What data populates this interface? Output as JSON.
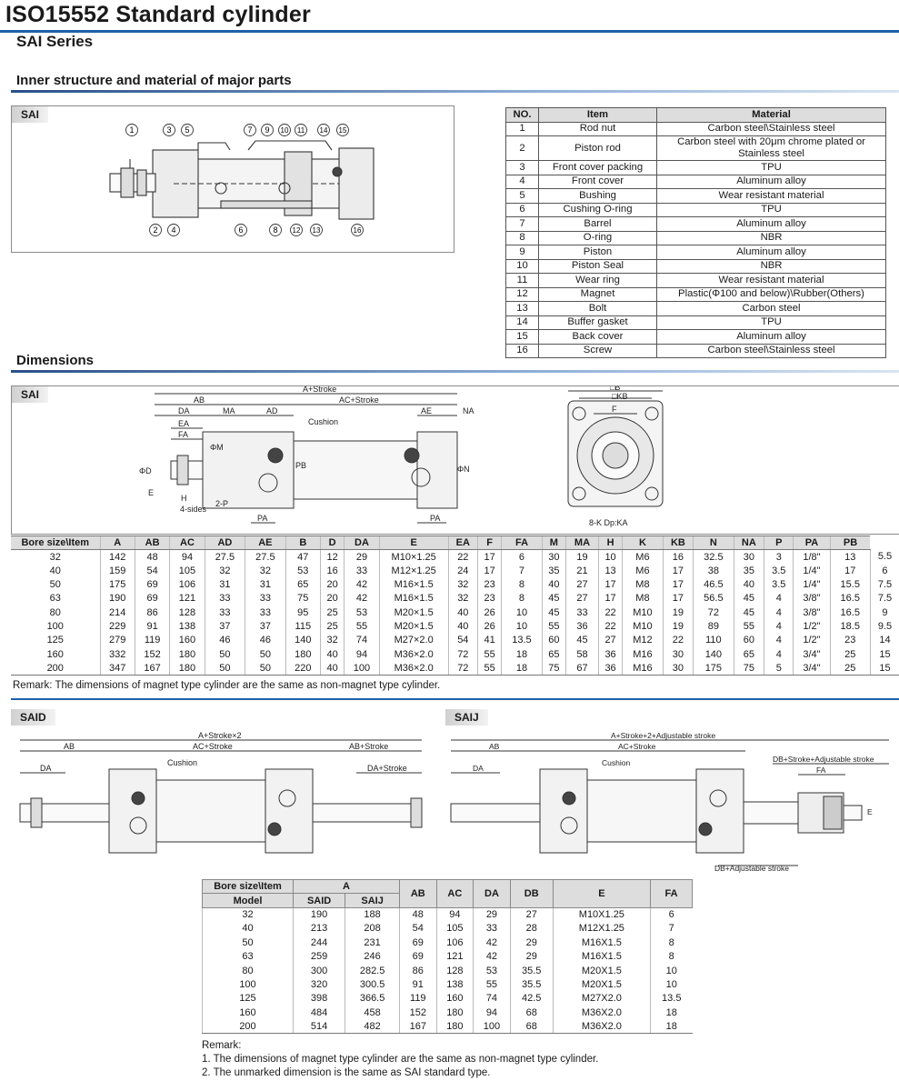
{
  "header": {
    "title": "ISO15552 Standard cylinder",
    "series": "SAI Series"
  },
  "sections": {
    "inner": "Inner structure and material of major parts",
    "dimensions": "Dimensions"
  },
  "tags": {
    "sai1": "SAI",
    "sai2": "SAI",
    "said": "SAID",
    "saij": "SAIJ"
  },
  "inner_callouts_top": [
    "1",
    "3",
    "5",
    "7",
    "9",
    "10",
    "11",
    "14",
    "15"
  ],
  "inner_callouts_bottom": [
    "2",
    "4",
    "6",
    "8",
    "12",
    "13",
    "16"
  ],
  "materials": {
    "headers": [
      "NO.",
      "Item",
      "Material"
    ],
    "rows": [
      [
        "1",
        "Rod nut",
        "Carbon steel\\Stainless steel"
      ],
      [
        "2",
        "Piston rod",
        "Carbon steel with 20μm chrome plated or Stainless steel"
      ],
      [
        "3",
        "Front cover packing",
        "TPU"
      ],
      [
        "4",
        "Front cover",
        "Aluminum alloy"
      ],
      [
        "5",
        "Bushing",
        "Wear resistant material"
      ],
      [
        "6",
        "Cushing O-ring",
        "TPU"
      ],
      [
        "7",
        "Barrel",
        "Aluminum alloy"
      ],
      [
        "8",
        "O-ring",
        "NBR"
      ],
      [
        "9",
        "Piston",
        "Aluminum alloy"
      ],
      [
        "10",
        "Piston Seal",
        "NBR"
      ],
      [
        "11",
        "Wear ring",
        "Wear resistant material"
      ],
      [
        "12",
        "Magnet",
        "Plastic(Φ100 and below)\\Rubber(Others)"
      ],
      [
        "13",
        "Bolt",
        "Carbon steel"
      ],
      [
        "14",
        "Buffer gasket",
        "TPU"
      ],
      [
        "15",
        "Back cover",
        "Aluminum alloy"
      ],
      [
        "16",
        "Screw",
        "Carbon steel\\Stainless steel"
      ]
    ]
  },
  "sai_drawing": {
    "labels": [
      "A+Stroke",
      "AC+Stroke",
      "AB",
      "DA",
      "MA",
      "AD",
      "Cushion",
      "AE",
      "NA",
      "EA",
      "FA",
      "ΦM",
      "ΦD",
      "E",
      "H",
      "4-sides",
      "2-P",
      "PA",
      "PB",
      "ΦN",
      "PA"
    ],
    "end_labels": [
      "□B",
      "□KB",
      "F",
      "8-K Dp:KA"
    ]
  },
  "dimensions": {
    "headers": [
      "Bore size\\Item",
      "A",
      "AB",
      "AC",
      "AD",
      "AE",
      "B",
      "D",
      "DA",
      "E",
      "EA",
      "F",
      "FA",
      "M",
      "MA",
      "H",
      "K",
      "KB",
      "N",
      "NA",
      "P",
      "PA",
      "PB"
    ],
    "rows": [
      [
        "32",
        "142",
        "48",
        "94",
        "27.5",
        "27.5",
        "47",
        "12",
        "29",
        "M10×1.25",
        "22",
        "17",
        "6",
        "30",
        "19",
        "10",
        "M6",
        "16",
        "32.5",
        "30",
        "3",
        "1/8\"",
        "13",
        "5.5"
      ],
      [
        "40",
        "159",
        "54",
        "105",
        "32",
        "32",
        "53",
        "16",
        "33",
        "M12×1.25",
        "24",
        "17",
        "7",
        "35",
        "21",
        "13",
        "M6",
        "17",
        "38",
        "35",
        "3.5",
        "1/4\"",
        "17",
        "6"
      ],
      [
        "50",
        "175",
        "69",
        "106",
        "31",
        "31",
        "65",
        "20",
        "42",
        "M16×1.5",
        "32",
        "23",
        "8",
        "40",
        "27",
        "17",
        "M8",
        "17",
        "46.5",
        "40",
        "3.5",
        "1/4\"",
        "15.5",
        "7.5"
      ],
      [
        "63",
        "190",
        "69",
        "121",
        "33",
        "33",
        "75",
        "20",
        "42",
        "M16×1.5",
        "32",
        "23",
        "8",
        "45",
        "27",
        "17",
        "M8",
        "17",
        "56.5",
        "45",
        "4",
        "3/8\"",
        "16.5",
        "7.5"
      ],
      [
        "80",
        "214",
        "86",
        "128",
        "33",
        "33",
        "95",
        "25",
        "53",
        "M20×1.5",
        "40",
        "26",
        "10",
        "45",
        "33",
        "22",
        "M10",
        "19",
        "72",
        "45",
        "4",
        "3/8\"",
        "16.5",
        "9"
      ],
      [
        "100",
        "229",
        "91",
        "138",
        "37",
        "37",
        "115",
        "25",
        "55",
        "M20×1.5",
        "40",
        "26",
        "10",
        "55",
        "36",
        "22",
        "M10",
        "19",
        "89",
        "55",
        "4",
        "1/2\"",
        "18.5",
        "9.5"
      ],
      [
        "125",
        "279",
        "119",
        "160",
        "46",
        "46",
        "140",
        "32",
        "74",
        "M27×2.0",
        "54",
        "41",
        "13.5",
        "60",
        "45",
        "27",
        "M12",
        "22",
        "110",
        "60",
        "4",
        "1/2\"",
        "23",
        "14"
      ],
      [
        "160",
        "332",
        "152",
        "180",
        "50",
        "50",
        "180",
        "40",
        "94",
        "M36×2.0",
        "72",
        "55",
        "18",
        "65",
        "58",
        "36",
        "M16",
        "30",
        "140",
        "65",
        "4",
        "3/4\"",
        "25",
        "15"
      ],
      [
        "200",
        "347",
        "167",
        "180",
        "50",
        "50",
        "220",
        "40",
        "100",
        "M36×2.0",
        "72",
        "55",
        "18",
        "75",
        "67",
        "36",
        "M16",
        "30",
        "175",
        "75",
        "5",
        "3/4\"",
        "25",
        "15"
      ]
    ],
    "remark": "Remark: The dimensions of magnet type cylinder are the same as non-magnet type cylinder."
  },
  "said_drawing": {
    "labels": [
      "A+Stroke×2",
      "AB",
      "AC+Stroke",
      "AB+Stroke",
      "DA",
      "DA+Stroke",
      "Cushion"
    ]
  },
  "saij_drawing": {
    "labels": [
      "A+Stroke+2+Adjustable stroke",
      "AB",
      "AC+Stroke",
      "DB+Stroke+Adjustable stroke",
      "DA",
      "Cushion",
      "FA",
      "E",
      "DB+Adjustable stroke"
    ]
  },
  "table2": {
    "head1": [
      "Bore size\\Item",
      "A",
      "AB",
      "AC",
      "DA",
      "DB",
      "E",
      "FA"
    ],
    "head2": [
      "Model",
      "SAID",
      "SAIJ"
    ],
    "rows": [
      [
        "32",
        "190",
        "188",
        "48",
        "94",
        "29",
        "27",
        "M10X1.25",
        "6"
      ],
      [
        "40",
        "213",
        "208",
        "54",
        "105",
        "33",
        "28",
        "M12X1.25",
        "7"
      ],
      [
        "50",
        "244",
        "231",
        "69",
        "106",
        "42",
        "29",
        "M16X1.5",
        "8"
      ],
      [
        "63",
        "259",
        "246",
        "69",
        "121",
        "42",
        "29",
        "M16X1.5",
        "8"
      ],
      [
        "80",
        "300",
        "282.5",
        "86",
        "128",
        "53",
        "35.5",
        "M20X1.5",
        "10"
      ],
      [
        "100",
        "320",
        "300.5",
        "91",
        "138",
        "55",
        "35.5",
        "M20X1.5",
        "10"
      ],
      [
        "125",
        "398",
        "366.5",
        "119",
        "160",
        "74",
        "42.5",
        "M27X2.0",
        "13.5"
      ],
      [
        "160",
        "484",
        "458",
        "152",
        "180",
        "94",
        "68",
        "M36X2.0",
        "18"
      ],
      [
        "200",
        "514",
        "482",
        "167",
        "180",
        "100",
        "68",
        "M36X2.0",
        "18"
      ]
    ],
    "remarks": [
      "Remark:",
      "1. The dimensions of magnet type cylinder are the same as non-magnet type cylinder.",
      "2. The unmarked dimension is the same as SAI standard type."
    ]
  }
}
